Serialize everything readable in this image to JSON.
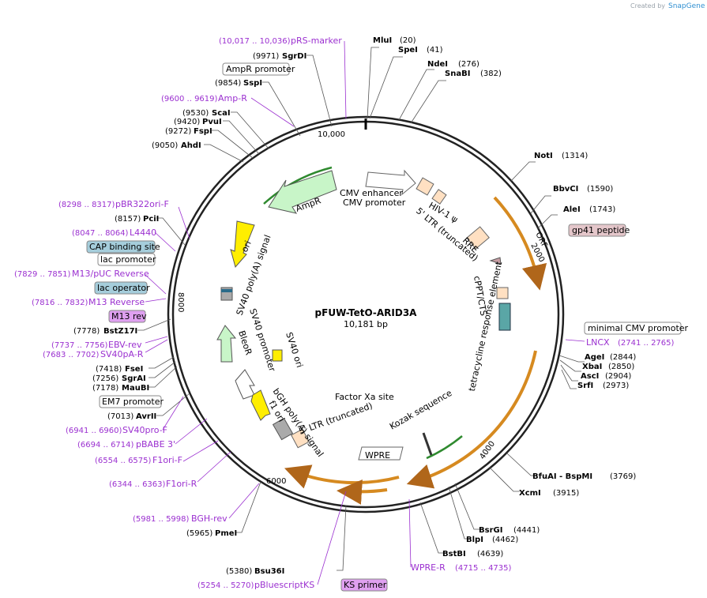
{
  "brand": {
    "prefix": "Created by",
    "name": "SnapGene"
  },
  "plasmid": {
    "name": "pFUW-TetO-ARID3A",
    "length_text": "10,181 bp",
    "length": 10181
  },
  "ticks": [
    "2000",
    "4000",
    "6000",
    "8000",
    "10,000"
  ],
  "enzymes": [
    {
      "name": "MluI",
      "pos": "(20)"
    },
    {
      "name": "SpeI",
      "pos": "(41)"
    },
    {
      "name": "NdeI",
      "pos": "(276)"
    },
    {
      "name": "SnaBI",
      "pos": "(382)"
    },
    {
      "name": "NotI",
      "pos": "(1314)"
    },
    {
      "name": "BbvCI",
      "pos": "(1590)"
    },
    {
      "name": "AleI",
      "pos": "(1743)"
    },
    {
      "name": "AgeI",
      "pos": "(2844)"
    },
    {
      "name": "XbaI",
      "pos": "(2850)"
    },
    {
      "name": "AscI",
      "pos": "(2904)"
    },
    {
      "name": "SrfI",
      "pos": "(2973)"
    },
    {
      "name": "BfuAI - BspMI",
      "pos": "(3769)"
    },
    {
      "name": "XcmI",
      "pos": "(3915)"
    },
    {
      "name": "BsrGI",
      "pos": "(4441)"
    },
    {
      "name": "BlpI",
      "pos": "(4462)"
    },
    {
      "name": "BstBI",
      "pos": "(4639)"
    },
    {
      "name": "Bsu36I",
      "pos": "(5380)"
    },
    {
      "name": "PmeI",
      "pos": "(5965)"
    },
    {
      "name": "AvrII",
      "pos": "(7013)"
    },
    {
      "name": "MauBI",
      "pos": "(7178)"
    },
    {
      "name": "SgrAI",
      "pos": "(7256)"
    },
    {
      "name": "FseI",
      "pos": "(7418)"
    },
    {
      "name": "BstZ17I",
      "pos": "(7778)"
    },
    {
      "name": "PciI",
      "pos": "(8157)"
    },
    {
      "name": "AhdI",
      "pos": "(9050)"
    },
    {
      "name": "FspI",
      "pos": "(9272)"
    },
    {
      "name": "PvuI",
      "pos": "(9420)"
    },
    {
      "name": "ScaI",
      "pos": "(9530)"
    },
    {
      "name": "SspI",
      "pos": "(9854)"
    },
    {
      "name": "SgrDI",
      "pos": "(9971)"
    }
  ],
  "primers": [
    {
      "name": "pRS-marker",
      "range": "(10,017 .. 10,036)"
    },
    {
      "name": "Amp-R",
      "range": "(9600 .. 9619)"
    },
    {
      "name": "pBR322ori-F",
      "range": "(8298 .. 8317)"
    },
    {
      "name": "L4440",
      "range": "(8047 .. 8064)"
    },
    {
      "name": "M13/pUC Reverse",
      "range": "(7829 .. 7851)"
    },
    {
      "name": "M13 Reverse",
      "range": "(7816 .. 7832)"
    },
    {
      "name": "EBV-rev",
      "range": "(7737 .. 7756)"
    },
    {
      "name": "SV40pA-R",
      "range": "(7683 .. 7702)"
    },
    {
      "name": "SV40pro-F",
      "range": "(6941 .. 6960)"
    },
    {
      "name": "pBABE 3'",
      "range": "(6694 .. 6714)"
    },
    {
      "name": "F1ori-F",
      "range": "(6554 .. 6575)"
    },
    {
      "name": "F1ori-R",
      "range": "(6344 .. 6363)"
    },
    {
      "name": "BGH-rev",
      "range": "(5981 .. 5998)"
    },
    {
      "name": "pBluescriptKS",
      "range": "(5254 .. 5270)"
    },
    {
      "name": "WPRE-R",
      "range": "(4715 .. 4735)"
    },
    {
      "name": "LNCX",
      "range": "(2741 .. 2765)"
    }
  ],
  "boxed_labels": [
    "AmpR promoter",
    "CAP binding site",
    "lac promoter",
    "lac operator",
    "M13 rev",
    "EM7 promoter",
    "gp41 peptide",
    "minimal CMV promoter",
    "KS primer"
  ],
  "inner_labels": [
    "CMV enhancer",
    "CMV promoter",
    "HIV-1 ψ",
    "5' LTR (truncated)",
    "RRE",
    "cPPT/CTS",
    "tetracycline response element",
    "Kozak sequence",
    "WPRE",
    "Factor Xa site",
    "5' LTR (truncated)",
    "bGH poly(A) signal",
    "f1 ori",
    "SV40 ori",
    "SV40 promoter",
    "BleoR",
    "SV40 poly(A) signal",
    "ori",
    "AmpR",
    "ORF"
  ],
  "colors": {
    "feature_orange": "#ffe0c2",
    "ori_yellow": "#ffee00",
    "ampr_green": "#c8f5c8",
    "orf_orange": "#d68a20",
    "primer_purple": "#9b30d0",
    "cap_blue": "#a5cddb"
  }
}
